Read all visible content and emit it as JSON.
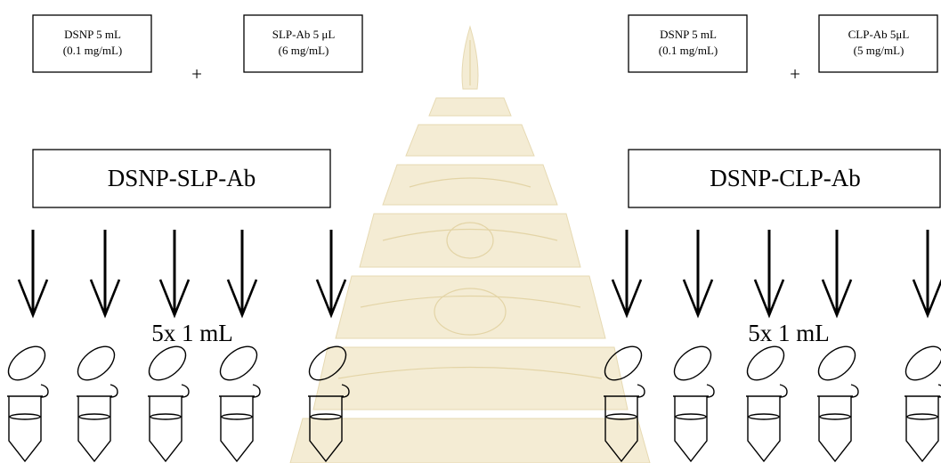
{
  "left_panel": {
    "reagent_a": {
      "line1": "DSNP 5 mL",
      "line2": "(0.1 mg/mL)"
    },
    "plus": "+",
    "reagent_b": {
      "line1": "SLP-Ab 5 μL",
      "line2": "(6 mg/mL)"
    },
    "conjugate": "DSNP-SLP-Ab",
    "aliquot": "5x  1 mL"
  },
  "right_panel": {
    "reagent_a": {
      "line1": "DSNP 5 mL",
      "line2": "(0.1 mg/mL)"
    },
    "plus": "+",
    "reagent_b": {
      "line1": "CLP-Ab 5μL",
      "line2": "(5 mg/mL)"
    },
    "conjugate": "DSNP-CLP-Ab",
    "aliquot": "5x  1 mL"
  },
  "watermark": {
    "description_icon": "university-crest-watermark"
  },
  "colors": {
    "ink": "#000000",
    "watermark": "#f4ecd4"
  }
}
